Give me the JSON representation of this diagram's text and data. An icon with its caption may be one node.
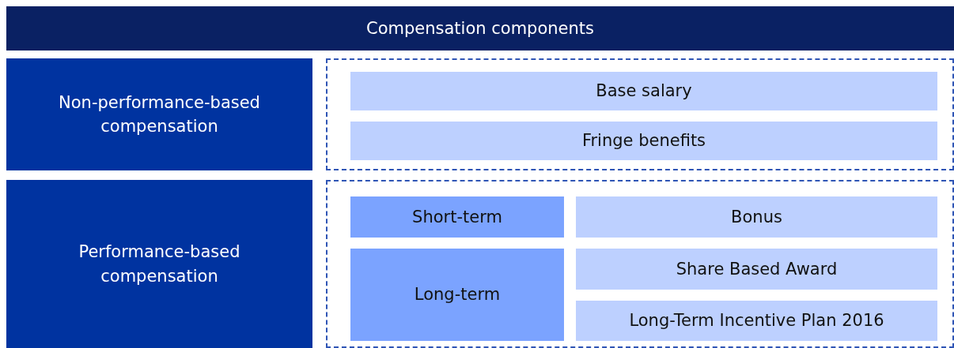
{
  "diagram": {
    "nodes": [
      {
        "text": [
          "Compensation components"
        ]
      },
      {
        "text": [
          "Non-performance-based compensation"
        ]
      },
      {
        "text": [],
        "shape": "box"
      },
      {
        "text": [
          "Base salary"
        ],
        "in": 2
      },
      {
        "text": [
          "Fringe benefits"
        ],
        "in": 2
      },
      {
        "text": [
          "Performance-based compensation"
        ]
      },
      {
        "text": [],
        "shape": "box"
      },
      {
        "text": [
          "Short-term"
        ],
        "in": 6
      },
      {
        "text": [
          "Bonus"
        ],
        "in": 6
      },
      {
        "text": [
          "Long-term"
        ],
        "in": 6
      },
      {
        "text": [
          "Share Based Award"
        ],
        "in": 6
      },
      {
        "text": [
          "Long-Term Incentive Plan 2016"
        ],
        "in": 6
      }
    ]
  }
}
